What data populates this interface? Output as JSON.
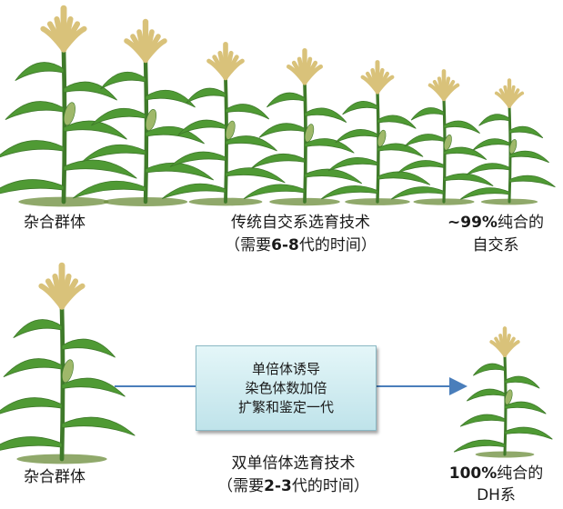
{
  "row_traditional": {
    "start_label": "杂合群体",
    "method_label": "传统自交系选育技术",
    "method_time_prefix": "（需要",
    "method_time_value": "6-8",
    "method_time_suffix": "代的时间）",
    "end_label_line1_value": "~99%",
    "end_label_line1_rest": "纯合的",
    "end_label_line2": "自交系"
  },
  "row_dh": {
    "start_label": "杂合群体",
    "process_steps": [
      "单倍体诱导",
      "染色体数加倍",
      "扩繁和鉴定一代"
    ],
    "method_label": "双单倍体选育技术",
    "method_time_prefix": "（需要",
    "method_time_value": "2-3",
    "method_time_suffix": "代的时间）",
    "end_label_line1_value": "100%",
    "end_label_line1_rest": "纯合的",
    "end_label_line2": "DH系"
  },
  "colors": {
    "arrow": "#4a7ebb",
    "stalk": "#3f7a2a",
    "leaf": "#4f9a34",
    "tassel": "#d9c27a",
    "soil": "#6b8c3a"
  }
}
